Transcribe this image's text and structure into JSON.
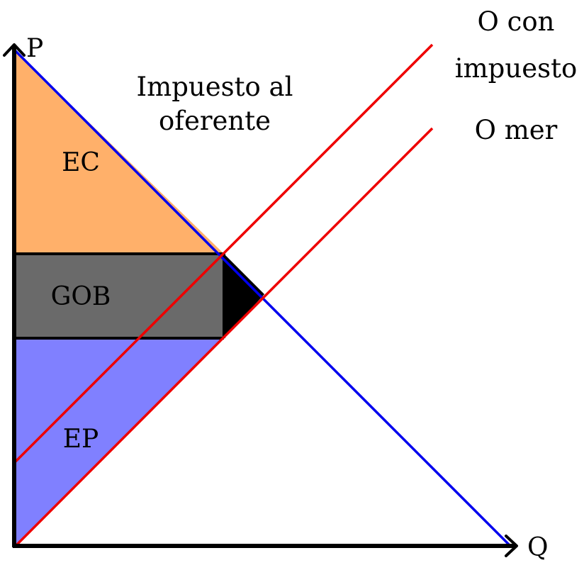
{
  "axes": {
    "y_label": "P",
    "x_label": "Q"
  },
  "regions": {
    "consumer_surplus": "EC",
    "government": "GOB",
    "producer_surplus": "EP"
  },
  "annotations": {
    "tax_line1": "Impuesto al",
    "tax_line2": "oferente",
    "supply_tax_line1": "O con",
    "supply_tax_line2": "impuesto",
    "supply_market": "O mer"
  },
  "colors": {
    "demand": "#0000ee",
    "supply": "#ee0000",
    "consumer_surplus": "#ffb06a",
    "government": "#6a6a6a",
    "producer_surplus": "#8080ff",
    "deadweight_loss": "#000000"
  }
}
